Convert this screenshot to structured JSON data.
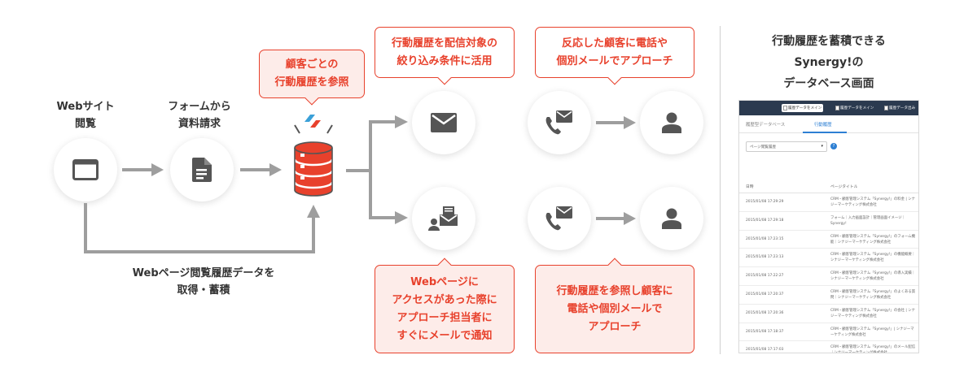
{
  "steps": {
    "browse_label": [
      "Webサイト",
      "閲覧"
    ],
    "form_label": [
      "フォームから",
      "資料請求"
    ],
    "bottom_label": [
      "Webページ閲覧履歴データを",
      "取得・蓄積"
    ]
  },
  "bubbles": {
    "db_ref": [
      "顧客ごとの",
      "行動履歴を参照"
    ],
    "mail_target": [
      "行動履歴を配信対象の",
      "絞り込み条件に活用"
    ],
    "call_top": [
      "反応した顧客に電話や",
      "個別メールでアプローチ"
    ],
    "notify": [
      "Webページに",
      "アクセスがあった際に",
      "アプローチ担当者に",
      "すぐにメールで通知"
    ],
    "call_bottom": [
      "行動履歴を参照し顧客に",
      "電話や個別メールで",
      "アプローチ"
    ]
  },
  "right_title": [
    "行動履歴を蓄積できる",
    "Synergy!の",
    "データベース画面"
  ],
  "screenshot": {
    "top_tabs": [
      "履歴データをメイン",
      "履歴データをメイン",
      "履歴データ出み"
    ],
    "sub_tabs": [
      "履歴型データベース",
      "行動履歴"
    ],
    "select_value": "ページ閲覧履歴",
    "columns": [
      "日時",
      "ページタイトル"
    ],
    "rows": [
      {
        "date": "2015/01/08 17:29:29",
        "title": "CRM・顧客管理システム「Synergy!」の料金 | シナジーマーケティング株式会社"
      },
      {
        "date": "2015/01/08 17:29:18",
        "title": "フォーム｜入力画面設計｜管理画面イメージ｜Synergy!"
      },
      {
        "date": "2015/01/08 17:23:15",
        "title": "CRM・顧客管理システム「Synergy!」のフォーム機能｜シナジーマーケティング株式会社"
      },
      {
        "date": "2015/01/08 17:23:13",
        "title": "CRM・顧客管理システム「Synergy!」の機能概要｜シナジーマーケティング株式会社"
      },
      {
        "date": "2015/01/08 17:22:27",
        "title": "CRM・顧客管理システム「Synergy!」の導入実績｜シナジーマーケティング株式会社"
      },
      {
        "date": "2015/01/08 17:20:37",
        "title": "CRM・顧客管理システム「Synergy!」のよくある質問｜シナジーマーケティング株式会社"
      },
      {
        "date": "2015/01/08 17:20:36",
        "title": "CRM・顧客管理システム「Synergy!」の会社 | シナジーマーケティング株式会社"
      },
      {
        "date": "2015/01/08 17:18:37",
        "title": "CRM・顧客管理システム「Synergy!」| シナジーマーケティング株式会社"
      },
      {
        "date": "2015/01/08 17:17:03",
        "title": "CRM・顧客管理システム「Synergy!」のメール配信｜シナジーマーケティング株式会社"
      }
    ]
  },
  "icons": {
    "browser": "browser-window-icon",
    "document": "document-icon",
    "database": "database-icon",
    "mail": "mail-icon",
    "notify_mail": "person-mail-icon",
    "phone_mail": "phone-mail-icon",
    "person": "person-icon",
    "arrow": "arrow-icon"
  },
  "colors": {
    "accent": "#e8412c",
    "accent_light": "#fdece9",
    "icon_gray": "#555555",
    "arrow_gray": "#9e9e9e",
    "text": "#333333"
  }
}
